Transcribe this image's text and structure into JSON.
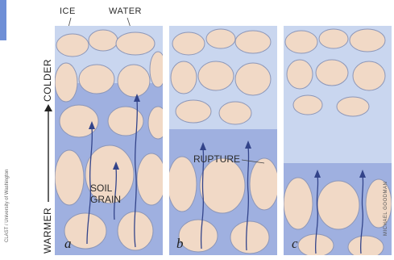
{
  "labels": {
    "ice": "ICE",
    "water": "WATER",
    "colder": "COLDER",
    "warmer": "WARMER",
    "rupture": "RUPTURE",
    "soil_grain_1": "SOIL",
    "soil_grain_2": "GRAIN"
  },
  "panels": [
    {
      "letter": "a",
      "ice_fraction": 0.25
    },
    {
      "letter": "b",
      "ice_fraction": 0.45
    },
    {
      "letter": "c",
      "ice_fraction": 0.6
    }
  ],
  "credits": {
    "left": "CLAST / University of Washington",
    "right": "MICHAEL GOODMAN"
  },
  "colors": {
    "grain": "#f1d9c6",
    "grain_edge": "#8d97b8",
    "water": "#9fb0e0",
    "ice": "#c9d6ef",
    "arrow": "#33448a"
  }
}
